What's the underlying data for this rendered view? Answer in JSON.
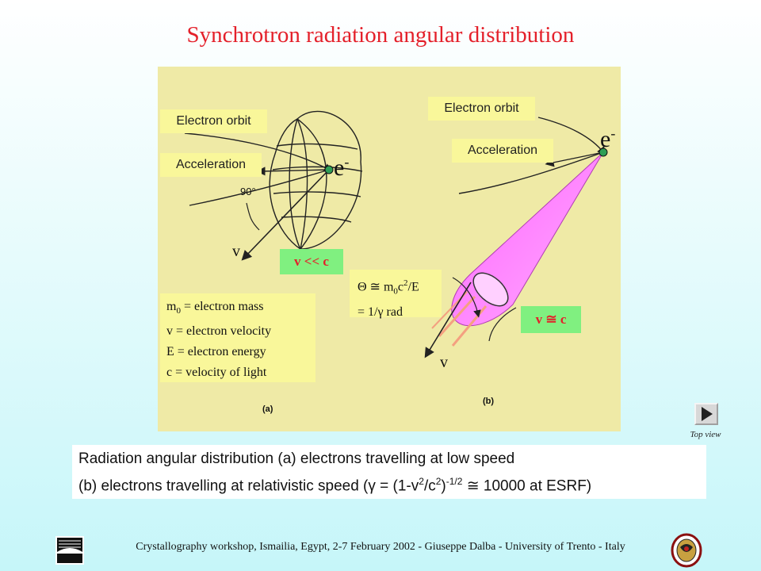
{
  "title": "Synchrotron radiation angular distribution",
  "panel_a": {
    "orbit_label": "Electron orbit",
    "accel_label": "Acceleration",
    "electron": "e",
    "electron_sup": "-",
    "angle": "90°",
    "v": "v",
    "speed": "v << c",
    "fig_letter": "(a)"
  },
  "panel_b": {
    "orbit_label": "Electron orbit",
    "accel_label": "Acceleration",
    "electron": "e",
    "electron_sup": "-",
    "v": "v",
    "speed": "v ≅ c",
    "fig_letter": "(b)"
  },
  "definitions": {
    "l1_a": "m",
    "l1_sub": "0",
    "l1_b": " = electron mass",
    "l2": "v = electron velocity",
    "l3": "E = electron energy",
    "l4": "c = velocity of light"
  },
  "theta_box": {
    "l1_a": "Θ  ≅ m",
    "l1_sub": "0",
    "l1_b": "c",
    "l1_sup": "2",
    "l1_c": "/E",
    "l2": "= 1/γ rad"
  },
  "caption": {
    "line1": "Radiation angular distribution (a) electrons travelling at low speed",
    "line2_a": "(b) electrons travelling at relativistic speed (γ = (1-v",
    "sup1": "2",
    "line2_b": "/c",
    "sup2": "2",
    "line2_c": ")",
    "sup3": "-1/2",
    "line2_d": "  ≅ 10000 at ESRF)"
  },
  "nav": {
    "top_view": "Top view"
  },
  "footer": "Crystallography workshop, Ismailia, Egypt, 2-7 February  2002 - Giuseppe Dalba -  University of Trento - Italy",
  "colors": {
    "title": "#e4202a",
    "beam": "#ff80ff",
    "panel": "#efeaa6",
    "label_bg": "#f9f79a",
    "green": "#80f080"
  }
}
